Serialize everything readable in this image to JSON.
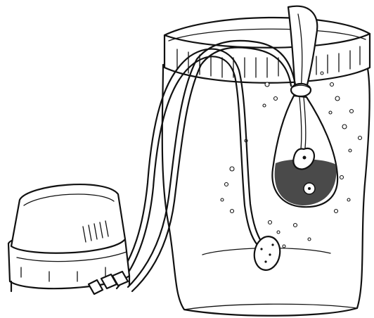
{
  "illustration": {
    "parts": [
      {
        "name": "air-pump"
      },
      {
        "name": "air-hoses"
      },
      {
        "name": "jar"
      },
      {
        "name": "jar-rim"
      },
      {
        "name": "filter-bag"
      },
      {
        "name": "bag-tie"
      },
      {
        "name": "media-pebbles"
      },
      {
        "name": "airstone-in-bag"
      },
      {
        "name": "airstone-bottom"
      },
      {
        "name": "air-bubbles"
      }
    ]
  }
}
